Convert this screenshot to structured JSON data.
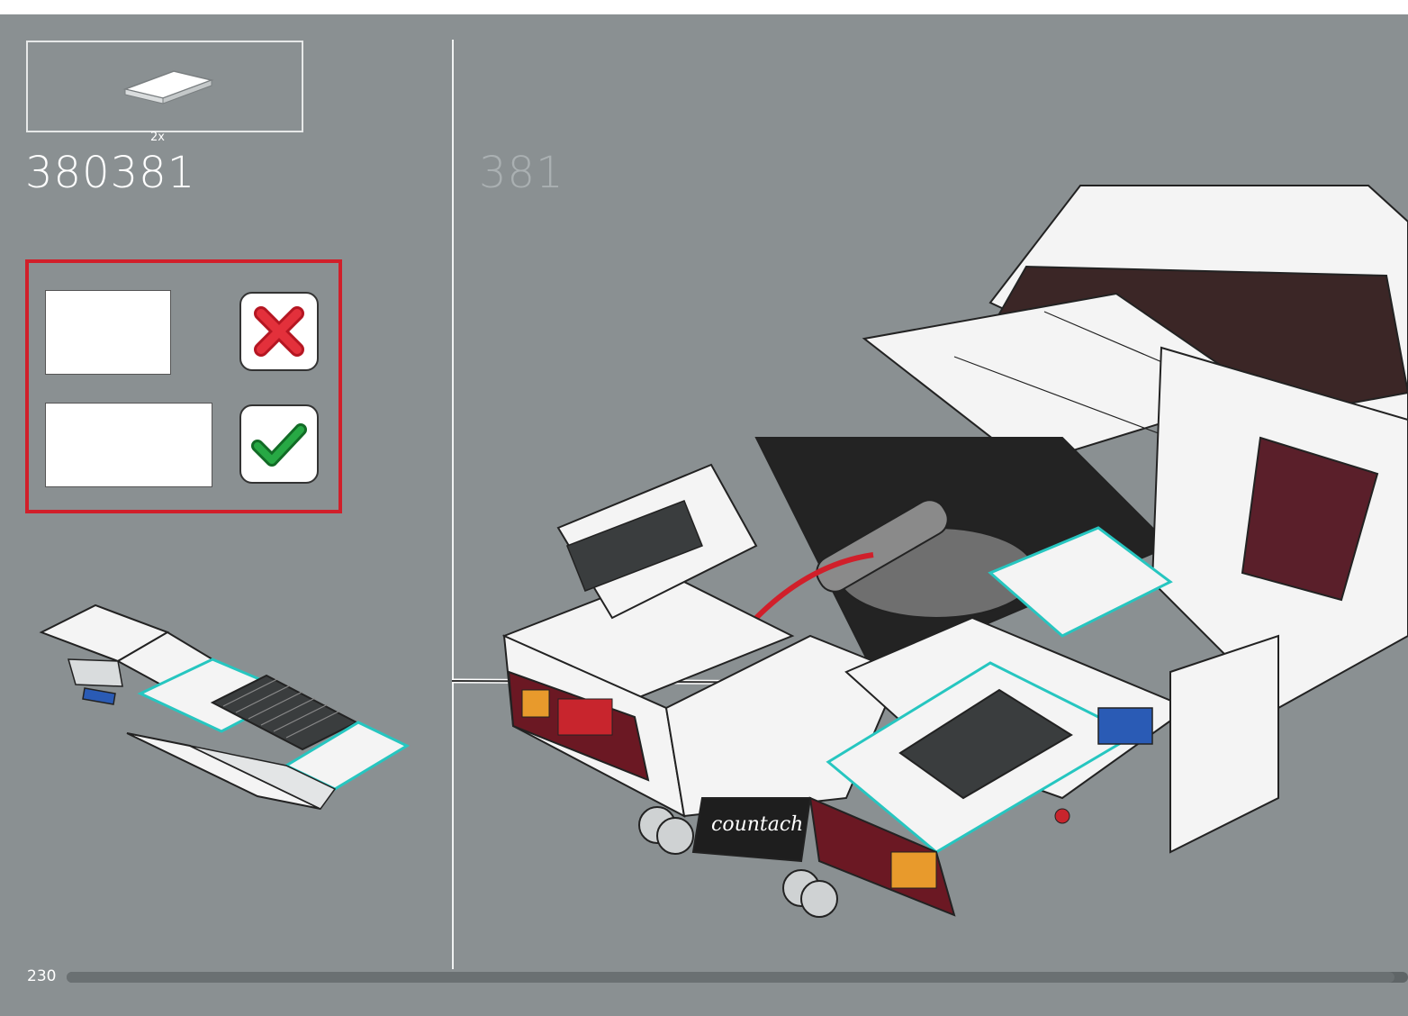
{
  "parts_callout": {
    "quantity": "2x",
    "part_icon": "white-tile-icon"
  },
  "steps": {
    "previous": "380",
    "current_inline": "381",
    "next": "381"
  },
  "check": {
    "wrong_icon": "red-x-icon",
    "right_icon": "green-check-icon"
  },
  "footer": {
    "page_number": "230",
    "progress_fraction": 0.99
  },
  "model": {
    "plate_text": "countach",
    "badge_text": "countach"
  },
  "colors": {
    "background": "#8a9092",
    "highlight": "#26c6c0",
    "error": "#d11f2a",
    "ok": "#1f9e3a"
  }
}
